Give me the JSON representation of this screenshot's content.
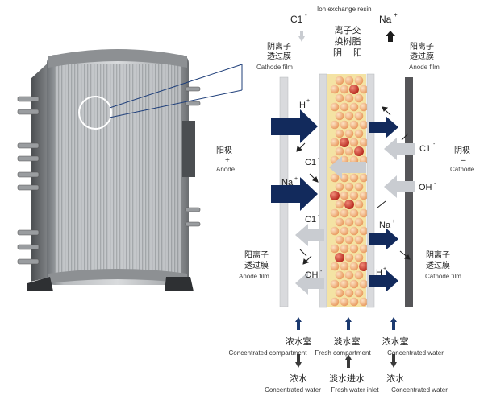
{
  "top": {
    "cl_label": "C1",
    "cl_sign": "-",
    "resin_label": "Ion exchange resin",
    "na_label": "Na",
    "na_sign": "+"
  },
  "resin_title": {
    "line1": "离子交",
    "line2": "换树脂",
    "line3": "阴    阳"
  },
  "left_membrane_top": {
    "zh": "阴离子",
    "zh2": "透过膜",
    "en": "Cathode film"
  },
  "right_membrane_top": {
    "zh": "阳离子",
    "zh2": "透过膜",
    "en": "Anode film"
  },
  "left_membrane_bottom": {
    "zh": "阳离子",
    "zh2": "透过膜",
    "en": "Anode film"
  },
  "right_membrane_bottom": {
    "zh": "阴离子",
    "zh2": "透过膜",
    "en": "Cathode film"
  },
  "anode": {
    "zh": "阳极",
    "sign": "+",
    "en": "Anode"
  },
  "cathode": {
    "zh": "阴极",
    "sign": "–",
    "en": "Cathode"
  },
  "ions": {
    "h_plus_top": "H",
    "cl_left_1": "C1",
    "na_left": "Na",
    "cl_left_2": "C1",
    "oh_left": "OH",
    "cl_right": "C1",
    "oh_right": "OH",
    "na_right": "Na",
    "h_plus_right": "H",
    "plus": "+",
    "minus": "-"
  },
  "compartments": [
    {
      "zh": "浓水室",
      "en": "Concentrated compartment"
    },
    {
      "zh": "淡水室",
      "en": "Fresh compartment"
    },
    {
      "zh": "浓水室",
      "en": "Concentrated water"
    }
  ],
  "outlets": [
    {
      "zh": "浓水",
      "en": "Concentrated water"
    },
    {
      "zh": "淡水进水",
      "en": "Fresh water inlet"
    },
    {
      "zh": "浓水",
      "en": "Concentrated water"
    }
  ],
  "colors": {
    "arrow_navy": "#122a5c",
    "arrow_gray": "#c9ccd1",
    "membrane_gray": "#d9dadd",
    "electrode_dark": "#555558",
    "resin_bg": "#f4e3a4",
    "bead_orange": "#f2a86a",
    "bead_red": "#cf3a2a"
  }
}
